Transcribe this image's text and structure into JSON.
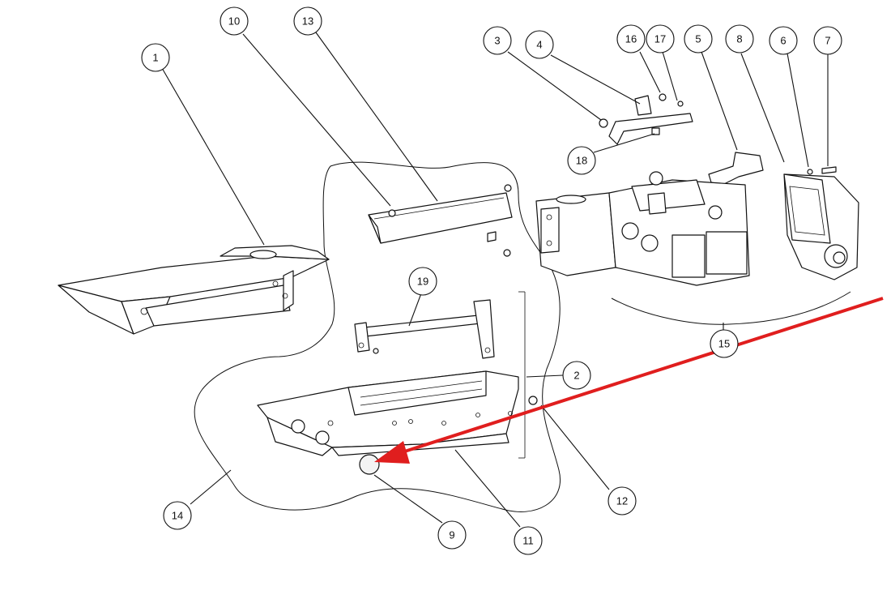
{
  "diagram": {
    "callouts": [
      "1",
      "10",
      "13",
      "3",
      "4",
      "16",
      "17",
      "5",
      "8",
      "6",
      "7",
      "18",
      "19",
      "2",
      "12",
      "14",
      "9",
      "11",
      "15"
    ],
    "arrow_color": "#e01e1e"
  }
}
